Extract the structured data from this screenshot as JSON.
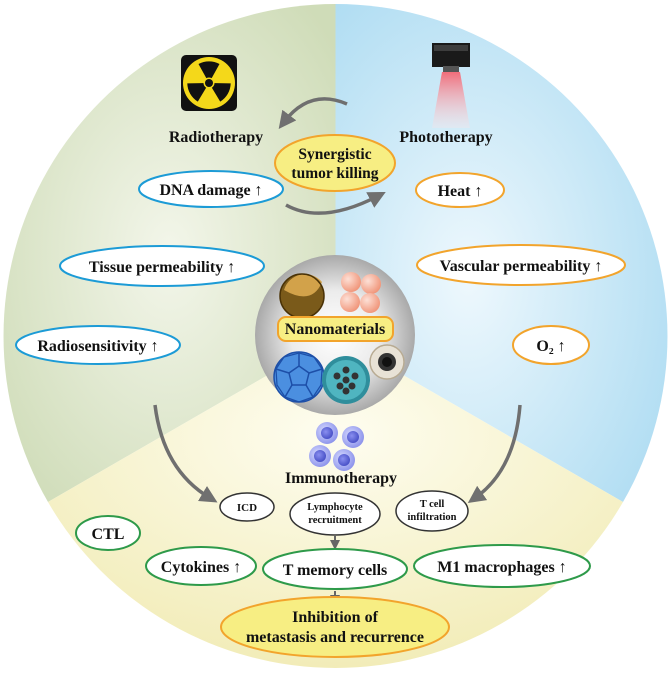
{
  "sections": {
    "radiotherapy": "Radiotherapy",
    "phototherapy": "Phototherapy",
    "immunotherapy": "Immunotherapy"
  },
  "center": {
    "synergy_line1": "Synergistic",
    "synergy_line2": "tumor killing",
    "nanomaterials": "Nanomaterials"
  },
  "radiotherapy_effects": {
    "dna_damage": "DNA damage ↑",
    "tissue_permeability": "Tissue permeability ↑",
    "radiosensitivity": "Radiosensitivity ↑"
  },
  "phototherapy_effects": {
    "heat": "Heat ↑",
    "vascular_permeability": "Vascular permeability ↑",
    "oxygen": "O₂ ↑"
  },
  "immunotherapy_effects": {
    "icd": "ICD",
    "lymphocyte_line1": "Lymphocyte",
    "lymphocyte_line2": "recruitment",
    "tcell_line1": "T cell",
    "tcell_line2": "infiltration",
    "ctl": "CTL",
    "cytokines": "Cytokines ↑",
    "t_memory": "T memory cells",
    "m1": "M1 macrophages ↑",
    "inhibition_line1": "Inhibition of",
    "inhibition_line2": "metastasis and recurrence"
  },
  "colors": {
    "radiotherapy_bg": "#d6e2c2",
    "phototherapy_bg": "#bde3f4",
    "immunotherapy_bg": "#f6f1c4",
    "blue_outline": "#1c9bd6",
    "orange_outline": "#f2a42c",
    "green_outline": "#2e9a4a",
    "yellow_fill": "#f7ee83",
    "arrow_gray": "#6f6f6f"
  }
}
